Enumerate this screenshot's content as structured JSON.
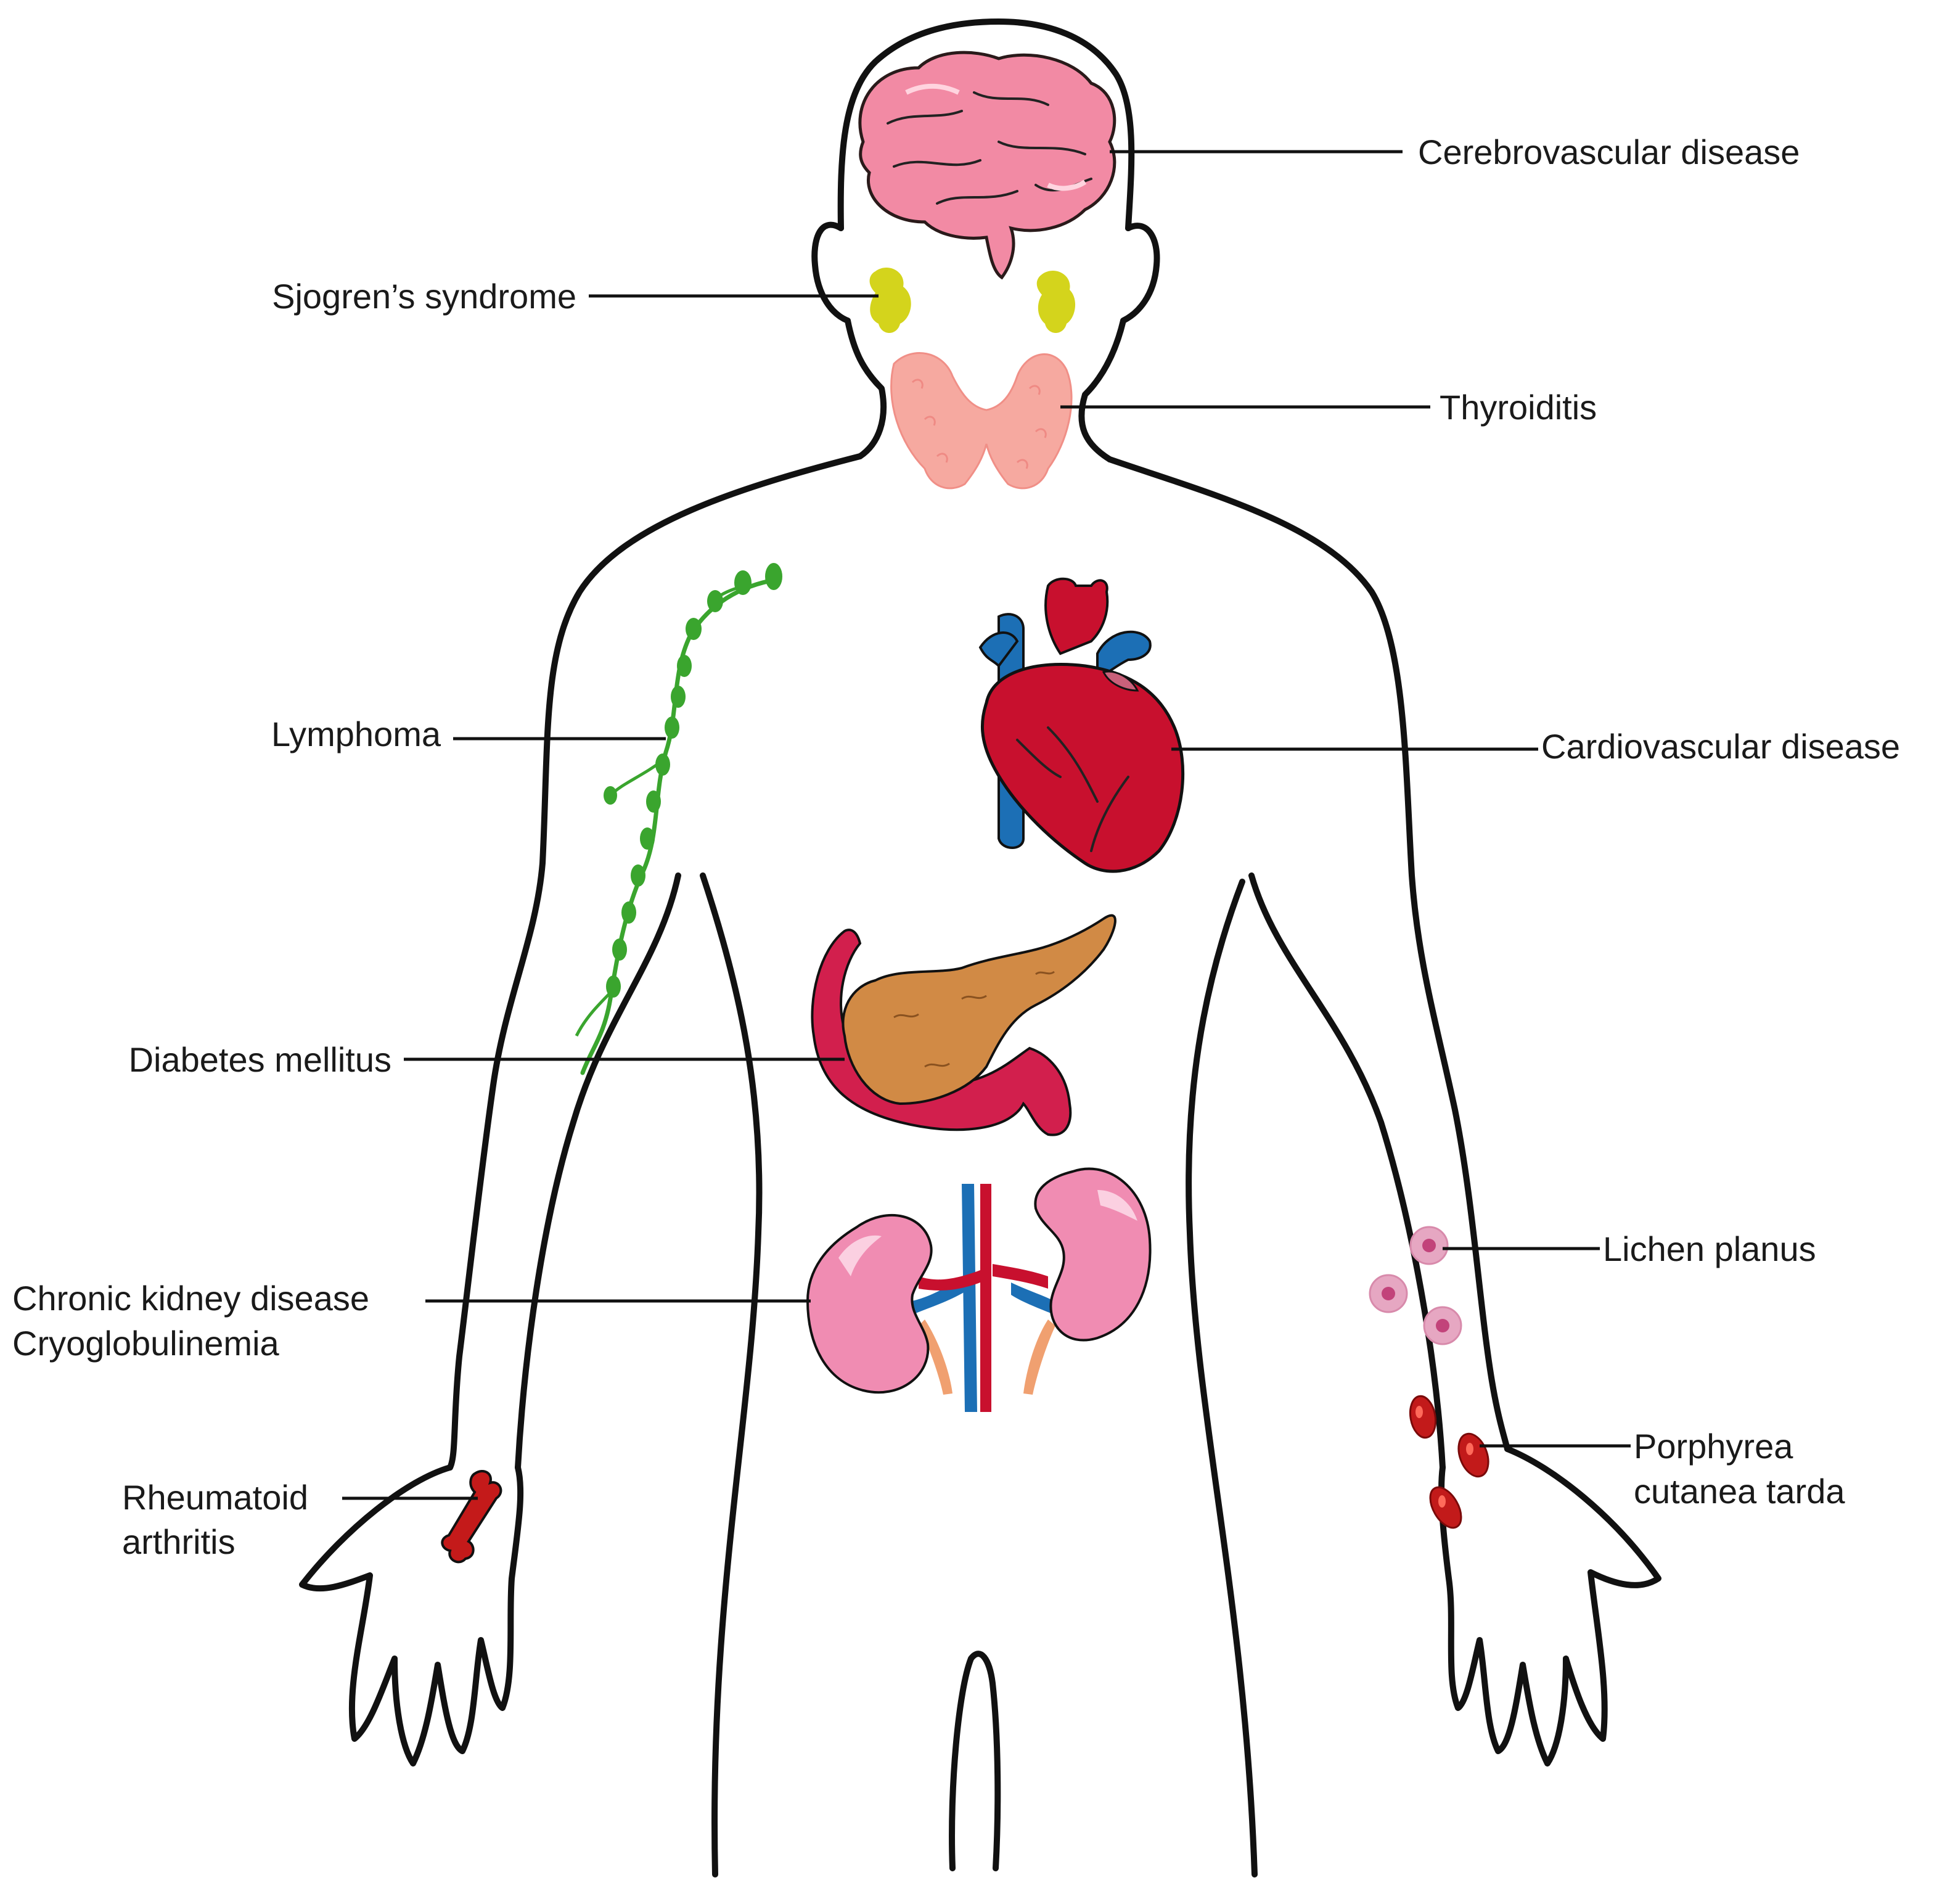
{
  "labels": {
    "cerebrovascular": "Cerebrovascular disease",
    "sjogren": "Sjogren’s syndrome",
    "thyroiditis": "Thyroiditis",
    "lymphoma": "Lymphoma",
    "cardiovascular": "Cardiovascular disease",
    "diabetes": "Diabetes mellitus",
    "ckd_line1": "Chronic kidney disease",
    "ckd_line2": "Cryoglobulinemia",
    "lichen": "Lichen planus",
    "ra_line1": "Rheumatoid",
    "ra_line2": "arthritis",
    "pct_line1": "Porphyrea",
    "pct_line2": "cutanea tarda"
  },
  "icons": [
    "brain-icon",
    "salivary-gland-icon",
    "thyroid-icon",
    "lymph-node-chain-icon",
    "heart-icon",
    "pancreas-icon",
    "kidneys-icon",
    "joint-bone-icon",
    "skin-lesion-icon"
  ],
  "colors": {
    "brain": "#f28aa4",
    "salivary": "#d4d41c",
    "thyroid": "#f6a9a0",
    "lymph": "#3aa52e",
    "heart": "#c8102e",
    "vein": "#1c6fb5",
    "pancreas": "#d18a45",
    "duodenum": "#d21f4d",
    "kidney": "#f08cb2",
    "bone": "#c41a1a",
    "lichen": "#e6a7c2",
    "pct": "#c21a1a"
  }
}
